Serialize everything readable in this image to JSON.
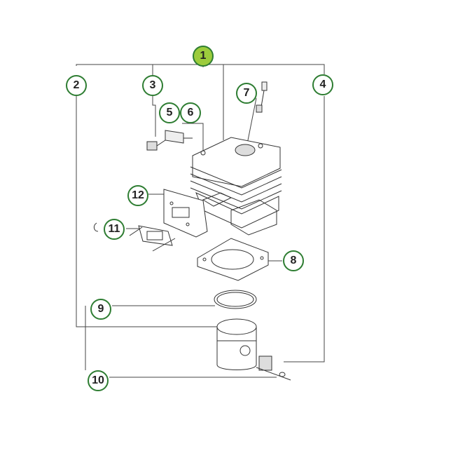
{
  "diagram": {
    "colors": {
      "callout_border": "#2e7d32",
      "callout_active_fill": "#9ccc3c",
      "line": "#444444"
    },
    "callouts": [
      {
        "id": "c1",
        "label": "1",
        "active": true
      },
      {
        "id": "c2",
        "label": "2"
      },
      {
        "id": "c3",
        "label": "3"
      },
      {
        "id": "c4",
        "label": "4"
      },
      {
        "id": "c5",
        "label": "5"
      },
      {
        "id": "c6",
        "label": "6"
      },
      {
        "id": "c7",
        "label": "7"
      },
      {
        "id": "c8",
        "label": "8"
      },
      {
        "id": "c9",
        "label": "9"
      },
      {
        "id": "c10",
        "label": "10"
      },
      {
        "id": "c11",
        "label": "11"
      },
      {
        "id": "c12",
        "label": "12"
      }
    ]
  }
}
